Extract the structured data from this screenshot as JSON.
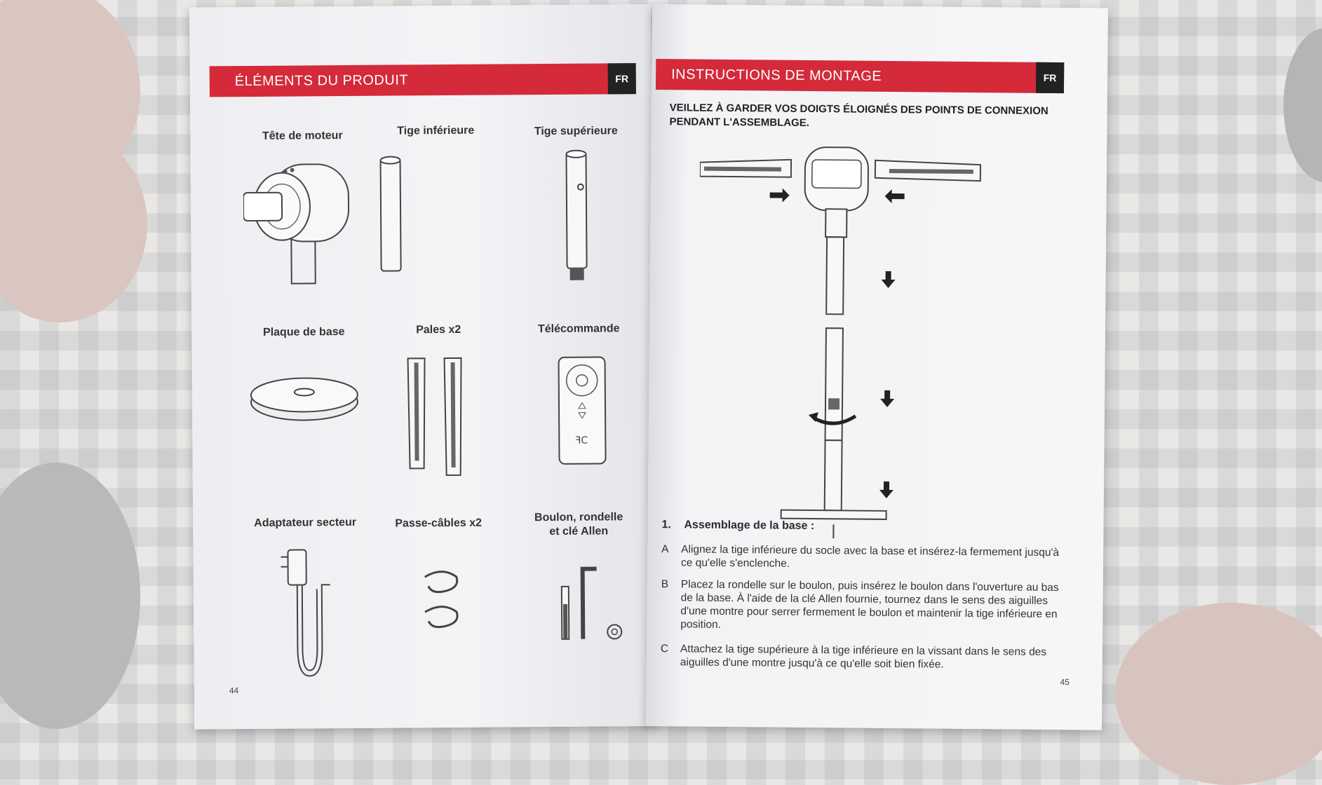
{
  "left_page": {
    "header_title": "ÉLÉMENTS DU PRODUIT",
    "lang_tag": "FR",
    "items": [
      {
        "label": "Tête de moteur"
      },
      {
        "label": "Tige inférieure"
      },
      {
        "label": "Tige supérieure"
      },
      {
        "label": "Plaque de base"
      },
      {
        "label": "Pales x2"
      },
      {
        "label": "Télécommande"
      },
      {
        "label": "Adaptateur secteur"
      },
      {
        "label": "Passe-câbles x2"
      },
      {
        "label_line1": "Boulon, rondelle",
        "label_line2": "et clé Allen"
      }
    ],
    "page_number": "44"
  },
  "right_page": {
    "header_title": "INSTRUCTIONS DE MONTAGE",
    "lang_tag": "FR",
    "warning_line1": "VEILLEZ À GARDER VOS DOIGTS ÉLOIGNÉS DES POINTS DE CONNEXION",
    "warning_line2": "PENDANT L'ASSEMBLAGE.",
    "step_number": "1.",
    "step_title": "Assemblage de la base :",
    "substeps": [
      {
        "letter": "A",
        "text": "Alignez la tige inférieure du socle avec la base et insérez-la fermement jusqu'à ce qu'elle s'enclenche."
      },
      {
        "letter": "B",
        "text": "Placez la rondelle sur le boulon, puis insérez le boulon dans l'ouverture au bas de la base. À l'aide de la clé Allen fournie, tournez dans le sens des aiguilles d'une montre pour serrer fermement le boulon et maintenir la tige inférieure en position."
      },
      {
        "letter": "C",
        "text": "Attachez la tige supérieure à la tige inférieure en la vissant dans le sens des aiguilles d'une montre jusqu'à ce qu'elle soit bien fixée."
      }
    ],
    "page_number": "45"
  },
  "colors": {
    "banner_red": "#d42a3a",
    "tag_black": "#222222"
  }
}
